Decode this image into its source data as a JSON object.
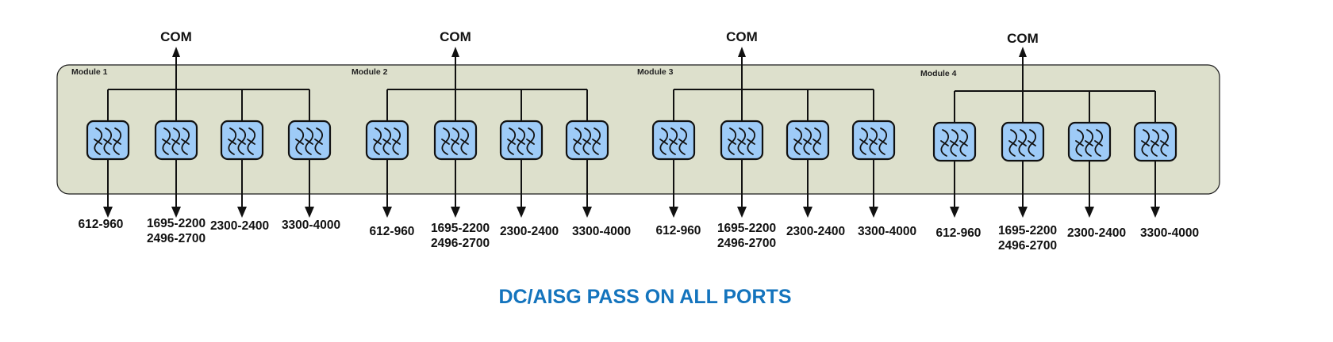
{
  "diagram": {
    "title": "DC/AISG PASS ON ALL PORTS",
    "title_color": "#1474bd",
    "panel_color": "#dde0cc",
    "filter_color": "#9ecbf7",
    "common_port_label": "COM",
    "modules": [
      {
        "label": "Module 1",
        "com_label": "COM",
        "ports": [
          {
            "bands": [
              "612-960"
            ]
          },
          {
            "bands": [
              "1695-2200",
              "2496-2700"
            ]
          },
          {
            "bands": [
              "2300-2400"
            ]
          },
          {
            "bands": [
              "3300-4000"
            ]
          }
        ]
      },
      {
        "label": "Module 2",
        "com_label": "COM",
        "ports": [
          {
            "bands": [
              "612-960"
            ]
          },
          {
            "bands": [
              "1695-2200",
              "2496-2700"
            ]
          },
          {
            "bands": [
              "2300-2400"
            ]
          },
          {
            "bands": [
              "3300-4000"
            ]
          }
        ]
      },
      {
        "label": "Module 3",
        "com_label": "COM",
        "ports": [
          {
            "bands": [
              "612-960"
            ]
          },
          {
            "bands": [
              "1695-2200",
              "2496-2700"
            ]
          },
          {
            "bands": [
              "2300-2400"
            ]
          },
          {
            "bands": [
              "3300-4000"
            ]
          }
        ]
      },
      {
        "label": "Module 4",
        "com_label": "COM",
        "ports": [
          {
            "bands": [
              "612-960"
            ]
          },
          {
            "bands": [
              "1695-2200",
              "2496-2700"
            ]
          },
          {
            "bands": [
              "2300-2400"
            ]
          },
          {
            "bands": [
              "3300-4000"
            ]
          }
        ]
      }
    ],
    "filter_icon": "bandpass-filter-icon"
  }
}
